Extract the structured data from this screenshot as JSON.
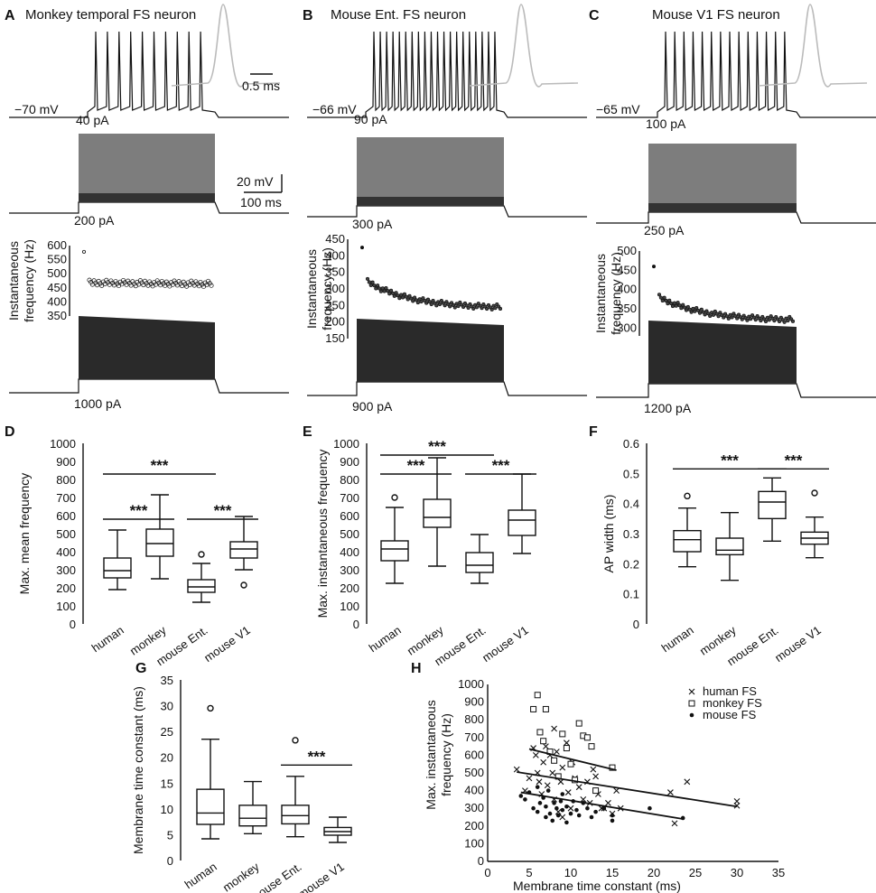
{
  "traces": [
    {
      "letter": "A",
      "title": "Monkey temporal FS neuron",
      "vrest": "−70 mV",
      "currents": [
        "40 pA",
        "200 pA",
        "1000 pA"
      ],
      "yl": "Instantaneous frequency (Hz)",
      "ticks": [
        600,
        550,
        500,
        450,
        400,
        350
      ],
      "fmin": 350,
      "fmax": 600,
      "freq_first": 578,
      "freq_start": 468,
      "freq_end": 464,
      "spikes_top": 10
    },
    {
      "letter": "B",
      "title": "Mouse Ent. FS neuron",
      "vrest": "−66 mV",
      "currents": [
        "90 pA",
        "300 pA",
        "900 pA"
      ],
      "yl": "Instantaneous frequency (Hz)",
      "ticks": [
        450,
        400,
        350,
        300,
        250,
        200,
        150
      ],
      "fmin": 150,
      "fmax": 450,
      "freq_first": 425,
      "freq_start": 322,
      "freq_end": 245,
      "spikes_top": 20
    },
    {
      "letter": "C",
      "title": "Mouse V1 FS neuron",
      "vrest": "−65 mV",
      "currents": [
        "100 pA",
        "250 pA",
        "1200 pA"
      ],
      "yl": "Instantaneous frequency (Hz)",
      "ticks": [
        500,
        450,
        400,
        350,
        300
      ],
      "fmin": 280,
      "fmax": 500,
      "freq_first": 460,
      "freq_start": 380,
      "freq_end": 322,
      "spikes_top": 14
    }
  ],
  "scalebars": {
    "time_inset": "0.5 ms",
    "voltage": "20 mV",
    "time": "100 ms"
  },
  "chart_data": [
    {
      "type": "box",
      "letter": "D",
      "ylabel": "Max. mean frequency",
      "ylim": [
        0,
        1000
      ],
      "yticks": [
        0,
        100,
        200,
        300,
        400,
        500,
        600,
        700,
        800,
        900,
        1000
      ],
      "categories": [
        "human",
        "monkey",
        "mouse Ent.",
        "mouse V1"
      ],
      "boxes": [
        {
          "min": 190,
          "q1": 255,
          "median": 295,
          "q3": 365,
          "max": 520,
          "outliers": []
        },
        {
          "min": 250,
          "q1": 375,
          "median": 445,
          "q3": 525,
          "max": 715,
          "outliers": []
        },
        {
          "min": 120,
          "q1": 175,
          "median": 205,
          "q3": 245,
          "max": 335,
          "outliers": [
            385
          ]
        },
        {
          "min": 300,
          "q1": 365,
          "median": 415,
          "q3": 455,
          "max": 595,
          "outliers": [
            215
          ]
        }
      ],
      "significance": [
        {
          "from": 0,
          "to": 1,
          "y": 580,
          "label": "***"
        },
        {
          "from": 0,
          "to": 2,
          "y": 830,
          "label": "***"
        },
        {
          "from": 2,
          "to": 3,
          "y": 580,
          "label": "***"
        }
      ]
    },
    {
      "type": "box",
      "letter": "E",
      "ylabel": "Max. instantaneous frequency",
      "ylim": [
        0,
        1000
      ],
      "yticks": [
        0,
        100,
        200,
        300,
        400,
        500,
        600,
        700,
        800,
        900,
        1000
      ],
      "categories": [
        "human",
        "monkey",
        "mouse Ent.",
        "mouse V1"
      ],
      "boxes": [
        {
          "min": 225,
          "q1": 350,
          "median": 415,
          "q3": 460,
          "max": 645,
          "outliers": [
            700
          ]
        },
        {
          "min": 320,
          "q1": 535,
          "median": 590,
          "q3": 690,
          "max": 920,
          "outliers": []
        },
        {
          "min": 225,
          "q1": 285,
          "median": 325,
          "q3": 395,
          "max": 495,
          "outliers": []
        },
        {
          "min": 390,
          "q1": 490,
          "median": 575,
          "q3": 630,
          "max": 830,
          "outliers": []
        }
      ],
      "significance": [
        {
          "from": 0,
          "to": 1,
          "y": 830,
          "label": "***"
        },
        {
          "from": 0,
          "to": 2,
          "y": 935,
          "label": "***"
        },
        {
          "from": 2,
          "to": 3,
          "y": 830,
          "label": "***"
        }
      ]
    },
    {
      "type": "box",
      "letter": "F",
      "ylabel": "AP width (ms)",
      "ylim": [
        0,
        0.6
      ],
      "yticks": [
        0,
        0.1,
        0.2,
        0.3,
        0.4,
        0.5,
        0.6
      ],
      "categories": [
        "human",
        "monkey",
        "mouse Ent.",
        "mouse V1"
      ],
      "boxes": [
        {
          "min": 0.19,
          "q1": 0.24,
          "median": 0.28,
          "q3": 0.31,
          "max": 0.385,
          "outliers": [
            0.425
          ]
        },
        {
          "min": 0.145,
          "q1": 0.23,
          "median": 0.245,
          "q3": 0.285,
          "max": 0.37,
          "outliers": []
        },
        {
          "min": 0.275,
          "q1": 0.35,
          "median": 0.405,
          "q3": 0.44,
          "max": 0.485,
          "outliers": []
        },
        {
          "min": 0.22,
          "q1": 0.265,
          "median": 0.285,
          "q3": 0.305,
          "max": 0.355,
          "outliers": [
            0.435
          ]
        }
      ],
      "significance": [
        {
          "from": 0,
          "to": 2,
          "y": 0.515,
          "label": "***"
        },
        {
          "from": 2,
          "to": 3,
          "y": 0.515,
          "label": "***"
        }
      ]
    },
    {
      "type": "box",
      "letter": "G",
      "ylabel": "Membrane time constant (ms)",
      "ylim": [
        0,
        35
      ],
      "yticks": [
        0,
        5,
        10,
        15,
        20,
        25,
        30,
        35
      ],
      "categories": [
        "human",
        "monkey",
        "mouse Ent.",
        "mouse V1"
      ],
      "boxes": [
        {
          "min": 4.2,
          "q1": 7,
          "median": 9.2,
          "q3": 13.8,
          "max": 23.5,
          "outliers": [
            29.5
          ]
        },
        {
          "min": 5.2,
          "q1": 6.7,
          "median": 8.2,
          "q3": 10.7,
          "max": 15.3,
          "outliers": []
        },
        {
          "min": 4.6,
          "q1": 7.1,
          "median": 8.7,
          "q3": 10.7,
          "max": 16.3,
          "outliers": [
            23.3
          ]
        },
        {
          "min": 3.5,
          "q1": 4.9,
          "median": 5.6,
          "q3": 6.4,
          "max": 8.4,
          "outliers": []
        }
      ],
      "significance": [
        {
          "from": 2,
          "to": 3,
          "y": 18.5,
          "label": "***"
        }
      ]
    },
    {
      "type": "scatter",
      "letter": "H",
      "xlabel": "Membrane time constant (ms)",
      "ylabel": "Max. instantaneous frequency (Hz)",
      "xlim": [
        0,
        35
      ],
      "ylim": [
        0,
        1000
      ],
      "xticks": [
        0,
        5,
        10,
        15,
        20,
        25,
        30,
        35
      ],
      "yticks": [
        0,
        100,
        200,
        300,
        400,
        500,
        600,
        700,
        800,
        900,
        1000
      ],
      "legend": [
        "human FS",
        "monkey FS",
        "mouse FS"
      ],
      "series": [
        {
          "name": "human FS",
          "marker": "x",
          "points": [
            [
              3.5,
              520
            ],
            [
              4.5,
              400
            ],
            [
              5,
              470
            ],
            [
              5.5,
              640
            ],
            [
              5.8,
              600
            ],
            [
              6,
              500
            ],
            [
              6.2,
              450
            ],
            [
              6.5,
              380
            ],
            [
              6.7,
              560
            ],
            [
              7,
              650
            ],
            [
              7.2,
              430
            ],
            [
              7.5,
              600
            ],
            [
              7.8,
              500
            ],
            [
              8,
              750
            ],
            [
              8,
              350
            ],
            [
              8.3,
              620
            ],
            [
              8.5,
              280
            ],
            [
              8.8,
              450
            ],
            [
              9,
              530
            ],
            [
              9,
              250
            ],
            [
              9.5,
              670
            ],
            [
              9.7,
              390
            ],
            [
              10,
              300
            ],
            [
              10.2,
              560
            ],
            [
              10.5,
              470
            ],
            [
              11,
              420
            ],
            [
              11.5,
              350
            ],
            [
              12,
              450
            ],
            [
              12.3,
              330
            ],
            [
              12.7,
              520
            ],
            [
              13,
              480
            ],
            [
              13.3,
              380
            ],
            [
              13.7,
              300
            ],
            [
              14,
              300
            ],
            [
              14.5,
              330
            ],
            [
              15,
              270
            ],
            [
              15.5,
              400
            ],
            [
              16,
              300
            ],
            [
              22,
              390
            ],
            [
              22.5,
              215
            ],
            [
              24,
              450
            ],
            [
              30,
              340
            ],
            [
              30,
              315
            ]
          ]
        },
        {
          "name": "monkey FS",
          "marker": "square",
          "points": [
            [
              5.5,
              860
            ],
            [
              6,
              940
            ],
            [
              6.3,
              730
            ],
            [
              6.7,
              680
            ],
            [
              7,
              860
            ],
            [
              7.5,
              620
            ],
            [
              8,
              570
            ],
            [
              8.5,
              480
            ],
            [
              9,
              720
            ],
            [
              9.5,
              640
            ],
            [
              10,
              550
            ],
            [
              10.5,
              460
            ],
            [
              11,
              780
            ],
            [
              11.5,
              710
            ],
            [
              12,
              700
            ],
            [
              12.5,
              650
            ],
            [
              13,
              400
            ],
            [
              15,
              530
            ]
          ]
        },
        {
          "name": "mouse FS",
          "marker": "dot",
          "points": [
            [
              4,
              370
            ],
            [
              4.5,
              350
            ],
            [
              5,
              390
            ],
            [
              5.5,
              300
            ],
            [
              6,
              420
            ],
            [
              6,
              280
            ],
            [
              6.3,
              330
            ],
            [
              6.7,
              360
            ],
            [
              7,
              310
            ],
            [
              7,
              250
            ],
            [
              7.3,
              400
            ],
            [
              7.5,
              270
            ],
            [
              7.8,
              230
            ],
            [
              8,
              330
            ],
            [
              8.3,
              300
            ],
            [
              8.5,
              260
            ],
            [
              8.8,
              340
            ],
            [
              9,
              380
            ],
            [
              9,
              290
            ],
            [
              9.5,
              310
            ],
            [
              9.5,
              220
            ],
            [
              10,
              270
            ],
            [
              10.3,
              340
            ],
            [
              10.7,
              290
            ],
            [
              11,
              260
            ],
            [
              11.5,
              330
            ],
            [
              12,
              300
            ],
            [
              12.5,
              250
            ],
            [
              13,
              280
            ],
            [
              14,
              300
            ],
            [
              15,
              260
            ],
            [
              15,
              230
            ],
            [
              19.5,
              300
            ],
            [
              23.5,
              245
            ]
          ]
        }
      ],
      "fits": [
        {
          "x": [
            5,
            15.5
          ],
          "y": [
            635,
            515
          ]
        },
        {
          "x": [
            3.5,
            30
          ],
          "y": [
            505,
            310
          ]
        },
        {
          "x": [
            4,
            23.5
          ],
          "y": [
            390,
            240
          ]
        }
      ]
    }
  ]
}
